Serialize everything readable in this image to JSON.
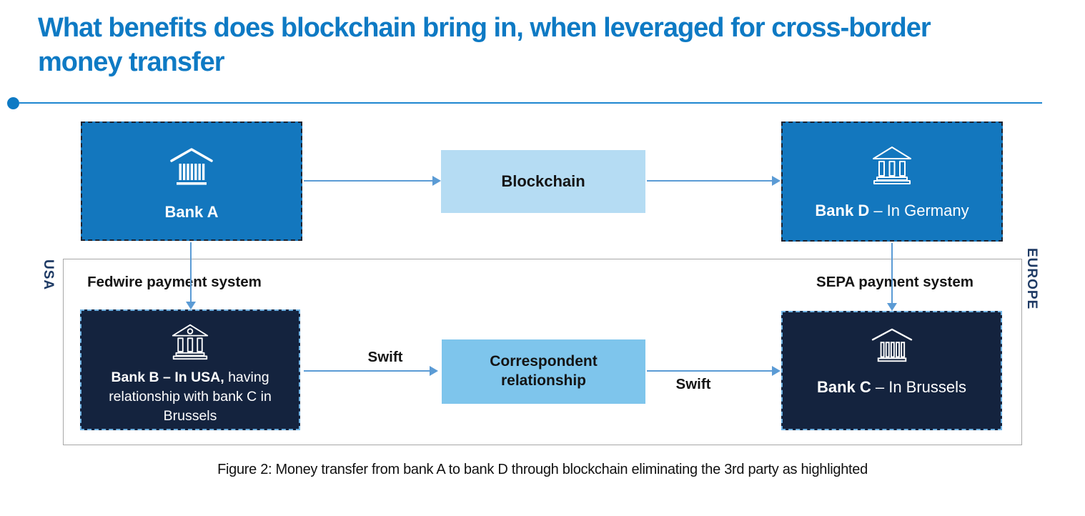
{
  "header": {
    "title": "What benefits does blockchain bring in, when leveraged for cross-border money transfer"
  },
  "regions": {
    "left_label": "USA",
    "right_label": "EUROPE"
  },
  "nodes": {
    "bank_a": {
      "bold": "Bank A",
      "rest": ""
    },
    "blockchain": {
      "label": "Blockchain"
    },
    "bank_d": {
      "bold": "Bank D",
      "rest": " – In Germany"
    },
    "bank_b": {
      "bold": "Bank B – In USA,",
      "rest": " having relationship with bank C in Brussels"
    },
    "correspondent": {
      "label": "Correspondent relationship"
    },
    "bank_c": {
      "bold": "Bank C",
      "rest": " – In Brussels"
    }
  },
  "edges": {
    "fedwire_label": "Fedwire payment system",
    "sepa_label": "SEPA payment system",
    "swift_left_label": "Swift",
    "swift_right_label": "Swift"
  },
  "caption": "Figure 2: Money transfer from bank A to bank D through blockchain eliminating the 3rd party as highlighted",
  "icons": {
    "bank_a": "bank-building-icon",
    "bank_b": "bank-building-coin-icon",
    "bank_c": "bank-building-icon",
    "bank_d": "bank-building-icon"
  },
  "colors": {
    "title_blue": "#0E7AC4",
    "rule_blue": "#1E86D0",
    "bank_blue_fill": "#1377BE",
    "bank_navy_fill": "#14233E",
    "blockchain_fill": "#B5DCF3",
    "correspondent_fill": "#7EC5EC",
    "arrow_blue": "#5B9BD5",
    "region_border_gray": "#A8A8A8",
    "region_label_navy": "#1E3A64"
  }
}
